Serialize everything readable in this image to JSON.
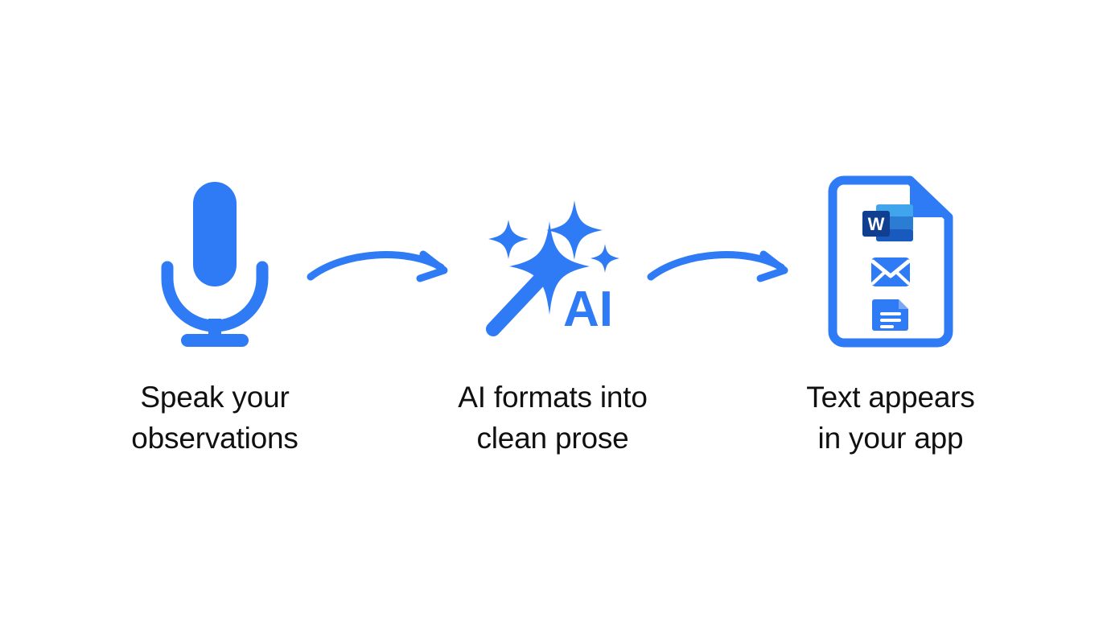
{
  "diagram": {
    "type": "three-step-workflow",
    "background_color": "#ffffff",
    "accent_color": "#2f7bf6",
    "text_color": "#101010",
    "steps": [
      {
        "id": "speak",
        "icon": "microphone-icon",
        "label": "Speak your\nobservations"
      },
      {
        "id": "ai-format",
        "icon": "ai-magic-wand-icon",
        "label": "AI formats into\nclean prose",
        "icon_text": "AI"
      },
      {
        "id": "output",
        "icon": "document-with-apps-icon",
        "label": "Text appears\nin your app",
        "app_icons": [
          {
            "name": "microsoft-word-icon",
            "glyph": "W"
          },
          {
            "name": "email-envelope-icon",
            "glyph": ""
          },
          {
            "name": "google-docs-icon",
            "glyph": ""
          }
        ]
      }
    ],
    "connectors": [
      {
        "id": "arrow-1",
        "from": "speak",
        "to": "ai-format",
        "style": "curved-arrow-right"
      },
      {
        "id": "arrow-2",
        "from": "ai-format",
        "to": "output",
        "style": "curved-arrow-right"
      }
    ]
  }
}
